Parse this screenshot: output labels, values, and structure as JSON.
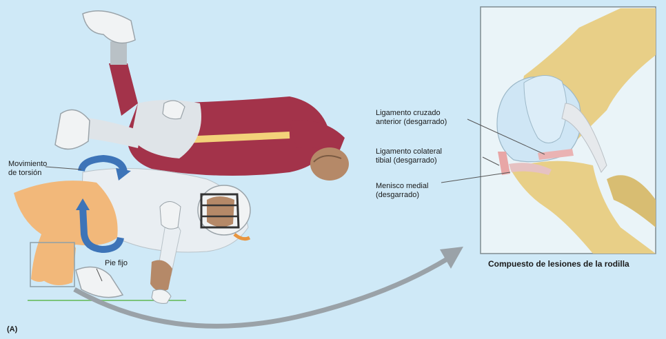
{
  "labels": {
    "twist": "Movimiento\nde torsión",
    "fixed_foot": "Pie fijo",
    "acl": "Ligamento cruzado\nanterior (desgarrado)",
    "mcl": "Ligamento colateral\ntibial (desgarrado)",
    "meniscus": "Menisco medial\n(desgarrado)"
  },
  "caption": "Compuesto de lesiones de la rodilla",
  "panel_letter": "(A)",
  "colors": {
    "background": "#cfe9f7",
    "jersey_red": "#a3334a",
    "uniform_white": "#e9eef2",
    "player_orange": "#f2b87a",
    "arrow_blue": "#3d74b8",
    "bone": "#e8cf87",
    "cartilage": "#cfe6f5"
  }
}
